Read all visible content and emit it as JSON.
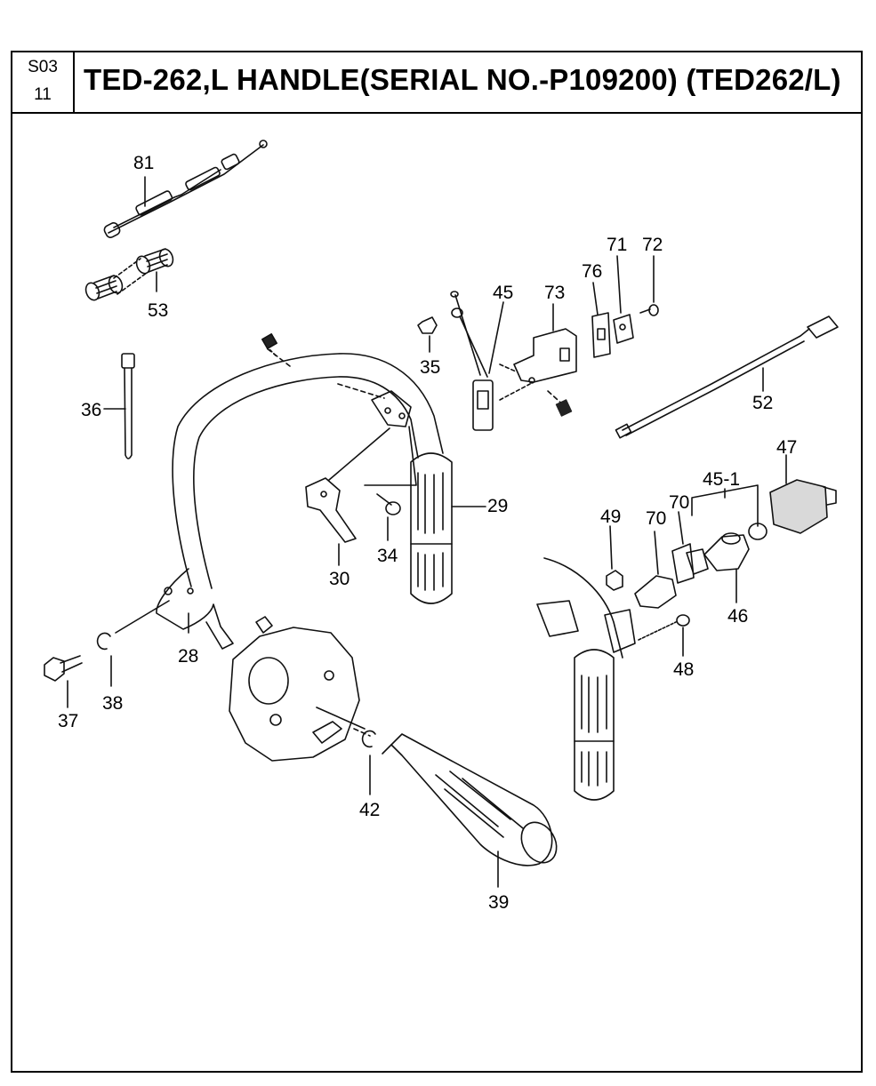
{
  "page": {
    "section_code": "S03",
    "page_number": "11",
    "title": "TED-262,L HANDLE(SERIAL NO.-P109200) (TED262/L)"
  },
  "parts": [
    {
      "id": "p81",
      "number": "81",
      "icon": "throttle-cable-icon"
    },
    {
      "id": "p53",
      "number": "53",
      "icon": "spring-icon"
    },
    {
      "id": "p36",
      "number": "36",
      "icon": "cable-tie-icon"
    },
    {
      "id": "p35",
      "number": "35",
      "icon": "nut-icon"
    },
    {
      "id": "p45",
      "number": "45",
      "icon": "switch-wire-icon"
    },
    {
      "id": "p73",
      "number": "73",
      "icon": "bracket-icon"
    },
    {
      "id": "p76",
      "number": "76",
      "icon": "gasket-icon"
    },
    {
      "id": "p71",
      "number": "71",
      "icon": "plate-icon"
    },
    {
      "id": "p72",
      "number": "72",
      "icon": "screw-icon"
    },
    {
      "id": "p52",
      "number": "52",
      "icon": "cable-icon"
    },
    {
      "id": "p47",
      "number": "47",
      "icon": "knob-icon"
    },
    {
      "id": "p45_1",
      "number": "45-1",
      "icon": "switch-assembly-icon"
    },
    {
      "id": "p29",
      "number": "29",
      "icon": "handle-grip-icon"
    },
    {
      "id": "p49",
      "number": "49",
      "icon": "nut-icon"
    },
    {
      "id": "p70a",
      "number": "70",
      "icon": "clamp-icon"
    },
    {
      "id": "p70b",
      "number": "70",
      "icon": "clamp-icon"
    },
    {
      "id": "p34",
      "number": "34",
      "icon": "bolt-icon"
    },
    {
      "id": "p30",
      "number": "30",
      "icon": "lever-icon"
    },
    {
      "id": "p46",
      "number": "46",
      "icon": "switch-body-icon"
    },
    {
      "id": "p28",
      "number": "28",
      "icon": "loop-handle-icon"
    },
    {
      "id": "p48",
      "number": "48",
      "icon": "screw-icon"
    },
    {
      "id": "p37",
      "number": "37",
      "icon": "bolt-icon"
    },
    {
      "id": "p38",
      "number": "38",
      "icon": "circlip-icon"
    },
    {
      "id": "p42",
      "number": "42",
      "icon": "circlip-icon"
    },
    {
      "id": "p39",
      "number": "39",
      "icon": "grip-icon"
    }
  ]
}
